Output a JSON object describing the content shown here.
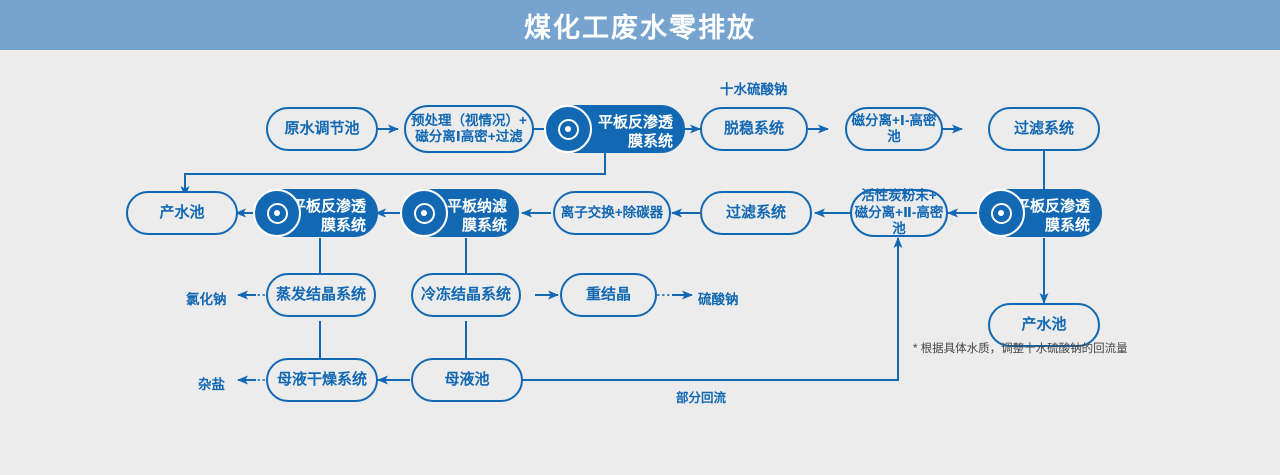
{
  "header": {
    "title": "煤化工废水零排放"
  },
  "colors": {
    "header_bg": "#76a4ce",
    "page_bg": "#ececec",
    "accent": "#1268b3",
    "node_text": "#1268b3",
    "filled_node_text": "#ffffff",
    "note_text": "#444444"
  },
  "nodes": {
    "raw_water_tank": {
      "label": "原水调节池"
    },
    "pretreatment": {
      "line1": "预处理（视情况）+",
      "line2": "磁分离Ⅰ高密+过滤"
    },
    "ro_membrane_1": {
      "line1": "平板反渗透",
      "line2": "膜系统",
      "icon": "membrane-icon"
    },
    "destabilization": {
      "label": "脱稳系统"
    },
    "mag_sep_1": {
      "label": "磁分离+Ⅰ-高密池"
    },
    "filtration_1": {
      "label": "过滤系统"
    },
    "ro_membrane_right": {
      "line1": "平板反渗透",
      "line2": "膜系统",
      "icon": "membrane-icon"
    },
    "product_water_right": {
      "label": "产水池"
    },
    "carbon_mag_sep_2": {
      "line1": "活性炭粉末+",
      "line2": "磁分离+Ⅱ-高密池"
    },
    "filtration_2": {
      "label": "过滤系统"
    },
    "ion_exchange": {
      "label": "离子交换+除碳器"
    },
    "nf_membrane": {
      "line1": "平板纳滤",
      "line2": "膜系统",
      "icon": "membrane-icon"
    },
    "ro_membrane_2": {
      "line1": "平板反渗透",
      "line2": "膜系统",
      "icon": "membrane-icon"
    },
    "product_water_left": {
      "label": "产水池"
    },
    "evap_crystal": {
      "label": "蒸发结晶系统"
    },
    "freeze_crystal": {
      "label": "冷冻结晶系统"
    },
    "recrystal": {
      "label": "重结晶"
    },
    "mother_liquor_dry": {
      "label": "母液干燥系统"
    },
    "mother_liquor_tank": {
      "label": "母液池"
    }
  },
  "labels": {
    "sodium_sulfate_decahydrate": "十水硫酸钠",
    "sodium_chloride": "氯化钠",
    "sodium_sulfate": "硫酸钠",
    "mixed_salt": "杂盐",
    "partial_reflux": "部分回流"
  },
  "notes": {
    "footnote": "* 根据具体水质，调整十水硫酸钠的回流量"
  }
}
